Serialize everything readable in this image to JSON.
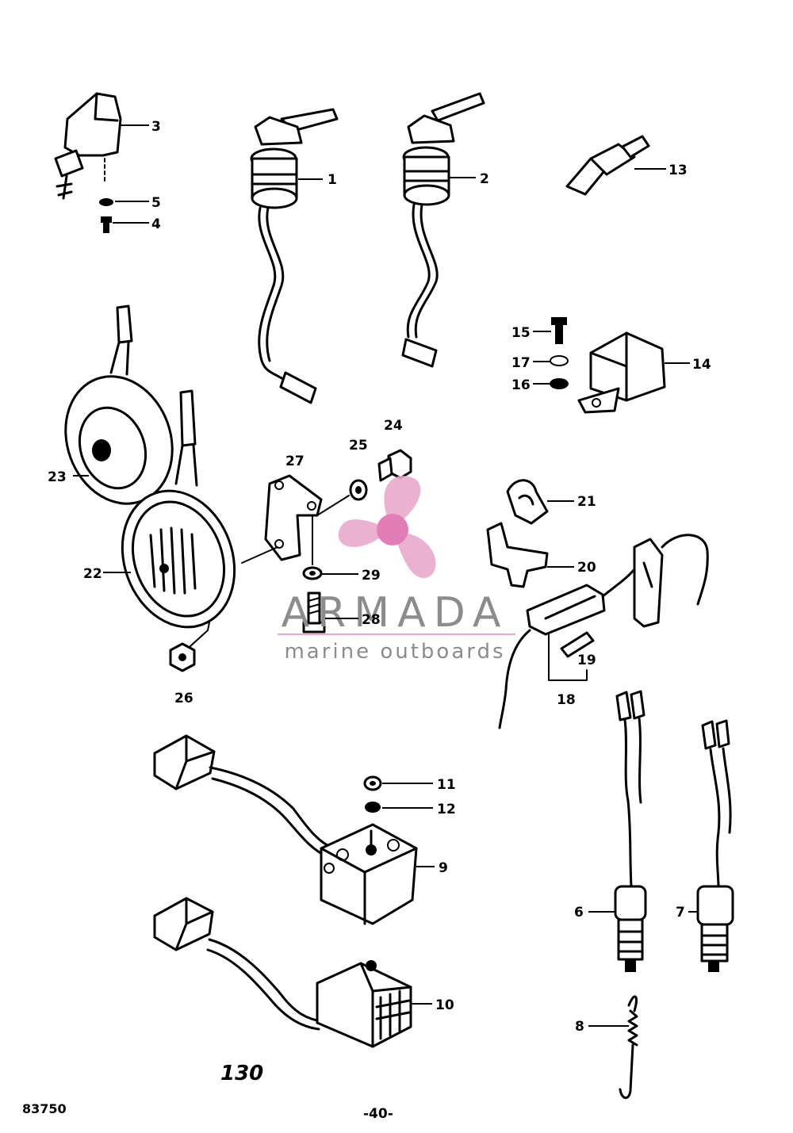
{
  "diagram": {
    "parts": [
      {
        "number": "1"
      },
      {
        "number": "2"
      },
      {
        "number": "3"
      },
      {
        "number": "4"
      },
      {
        "number": "5"
      },
      {
        "number": "6"
      },
      {
        "number": "7"
      },
      {
        "number": "8"
      },
      {
        "number": "9"
      },
      {
        "number": "10"
      },
      {
        "number": "11"
      },
      {
        "number": "12"
      },
      {
        "number": "13"
      },
      {
        "number": "14"
      },
      {
        "number": "15"
      },
      {
        "number": "16"
      },
      {
        "number": "17"
      },
      {
        "number": "18"
      },
      {
        "number": "19"
      },
      {
        "number": "20"
      },
      {
        "number": "21"
      },
      {
        "number": "22"
      },
      {
        "number": "23"
      },
      {
        "number": "24"
      },
      {
        "number": "25"
      },
      {
        "number": "26"
      },
      {
        "number": "27"
      },
      {
        "number": "28"
      },
      {
        "number": "29"
      }
    ],
    "figure_number": "130",
    "page_number": "-40-",
    "reference_code": "83750"
  },
  "watermark": {
    "brand": "ARMADA",
    "tagline": "marine outboards",
    "colors": {
      "text": "#8c8c8c",
      "logo": "#e8a9cc",
      "logo_center": "#e070b0"
    }
  }
}
